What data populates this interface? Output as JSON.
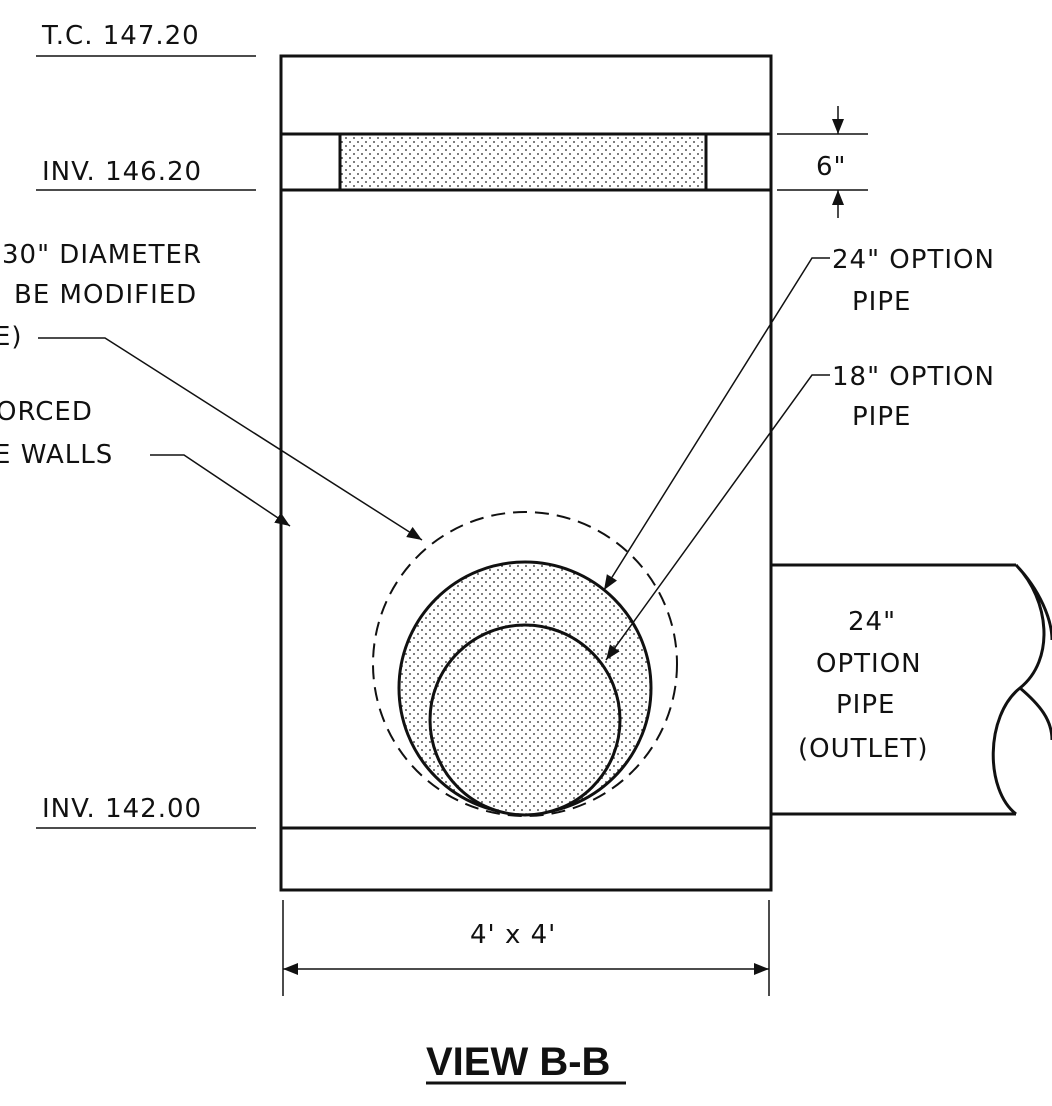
{
  "elevations": {
    "top_of_curb": "T.C. 147.20",
    "inv_upper": "INV. 146.20",
    "inv_lower": "INV. 142.00"
  },
  "dimensions": {
    "slot_height": "6\"",
    "box_size": "4' x 4'"
  },
  "notes": {
    "diameter_note": [
      "30\" DIAMETER",
      "BE MODIFIED",
      "E)"
    ],
    "walls_note": [
      "ORCED",
      "E WALLS"
    ],
    "pipe_24_note": [
      "24\" OPTION",
      "PIPE"
    ],
    "pipe_18_note": [
      "18\" OPTION",
      "PIPE"
    ],
    "outlet_pipe": [
      "24\"",
      "OPTION",
      "PIPE",
      "(OUTLET)"
    ]
  },
  "title": "VIEW B-B"
}
